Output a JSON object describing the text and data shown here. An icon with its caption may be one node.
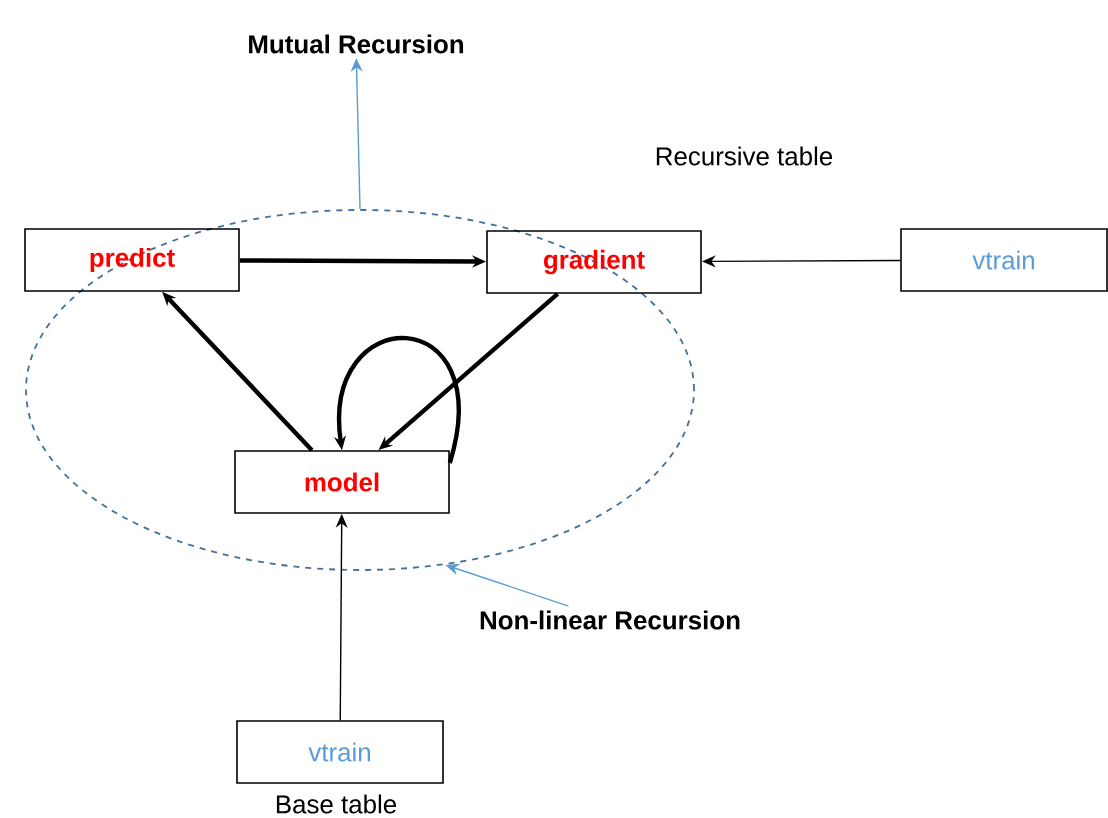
{
  "diagram": {
    "nodes": [
      {
        "text": [],
        "shape": "ellipse",
        "beside": [
          "Recursive table"
        ]
      },
      {
        "text": [
          "predict"
        ],
        "in": 0
      },
      {
        "text": [
          "gradient"
        ],
        "in": 0
      },
      {
        "text": [
          "vtrain"
        ]
      },
      {
        "text": [
          "model"
        ],
        "in": 0
      },
      {
        "text": [
          "vtrain"
        ],
        "beside": [
          "Base table"
        ]
      },
      {
        "text": [
          "Mutual Recursion"
        ]
      },
      {
        "text": [
          "Non-linear Recursion"
        ]
      }
    ],
    "edges": [
      {
        "from": 1,
        "to": 2,
        "arrow": "to",
        "style": "thick"
      },
      {
        "from": 3,
        "to": 2,
        "arrow": "to"
      },
      {
        "from": 2,
        "to": 4,
        "arrow": "to",
        "style": "thick"
      },
      {
        "from": 4,
        "to": 1,
        "arrow": "to",
        "style": "thick"
      },
      {
        "from": 4,
        "to": 4,
        "arrow": "to",
        "style": "thick"
      },
      {
        "from": 5,
        "to": 4,
        "arrow": "to"
      },
      {
        "from": 0,
        "to": 6,
        "arrow": "to",
        "color": "#5b9bd5"
      },
      {
        "from": 7,
        "to": 0,
        "arrow": "to",
        "color": "#5b9bd5"
      }
    ]
  }
}
